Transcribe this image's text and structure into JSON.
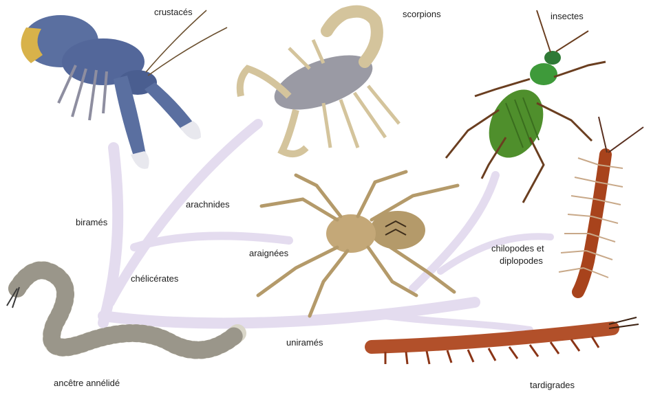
{
  "labels": {
    "crustaces": "crustacés",
    "scorpions": "scorpions",
    "insectes": "insectes",
    "arachnides": "arachnides",
    "birames": "biramés",
    "araignees": "araignées",
    "chilopodes_line1": "chilopodes et",
    "chilopodes_line2": "diplopodes",
    "chelicerates": "chélicérates",
    "uniramés": "uniramés",
    "ancetre": "ancêtre annélidé",
    "tardigrades": "tardigrades"
  },
  "colors": {
    "branch": "#e6def0",
    "crayfish_body": "#5a6fa0",
    "scorpion_body": "#9a9aa4",
    "beetle_body": "#4f8f2c",
    "spider_body": "#b49a6a",
    "centipede_body": "#a8431c",
    "worm_body": "#d9d6c8",
    "tardigrade_body": "#b2502a"
  },
  "icons": [
    "crayfish-illustration",
    "scorpion-illustration",
    "beetle-illustration",
    "spider-illustration",
    "centipede-illustration",
    "millipede-illustration",
    "annelid-worm-illustration"
  ]
}
